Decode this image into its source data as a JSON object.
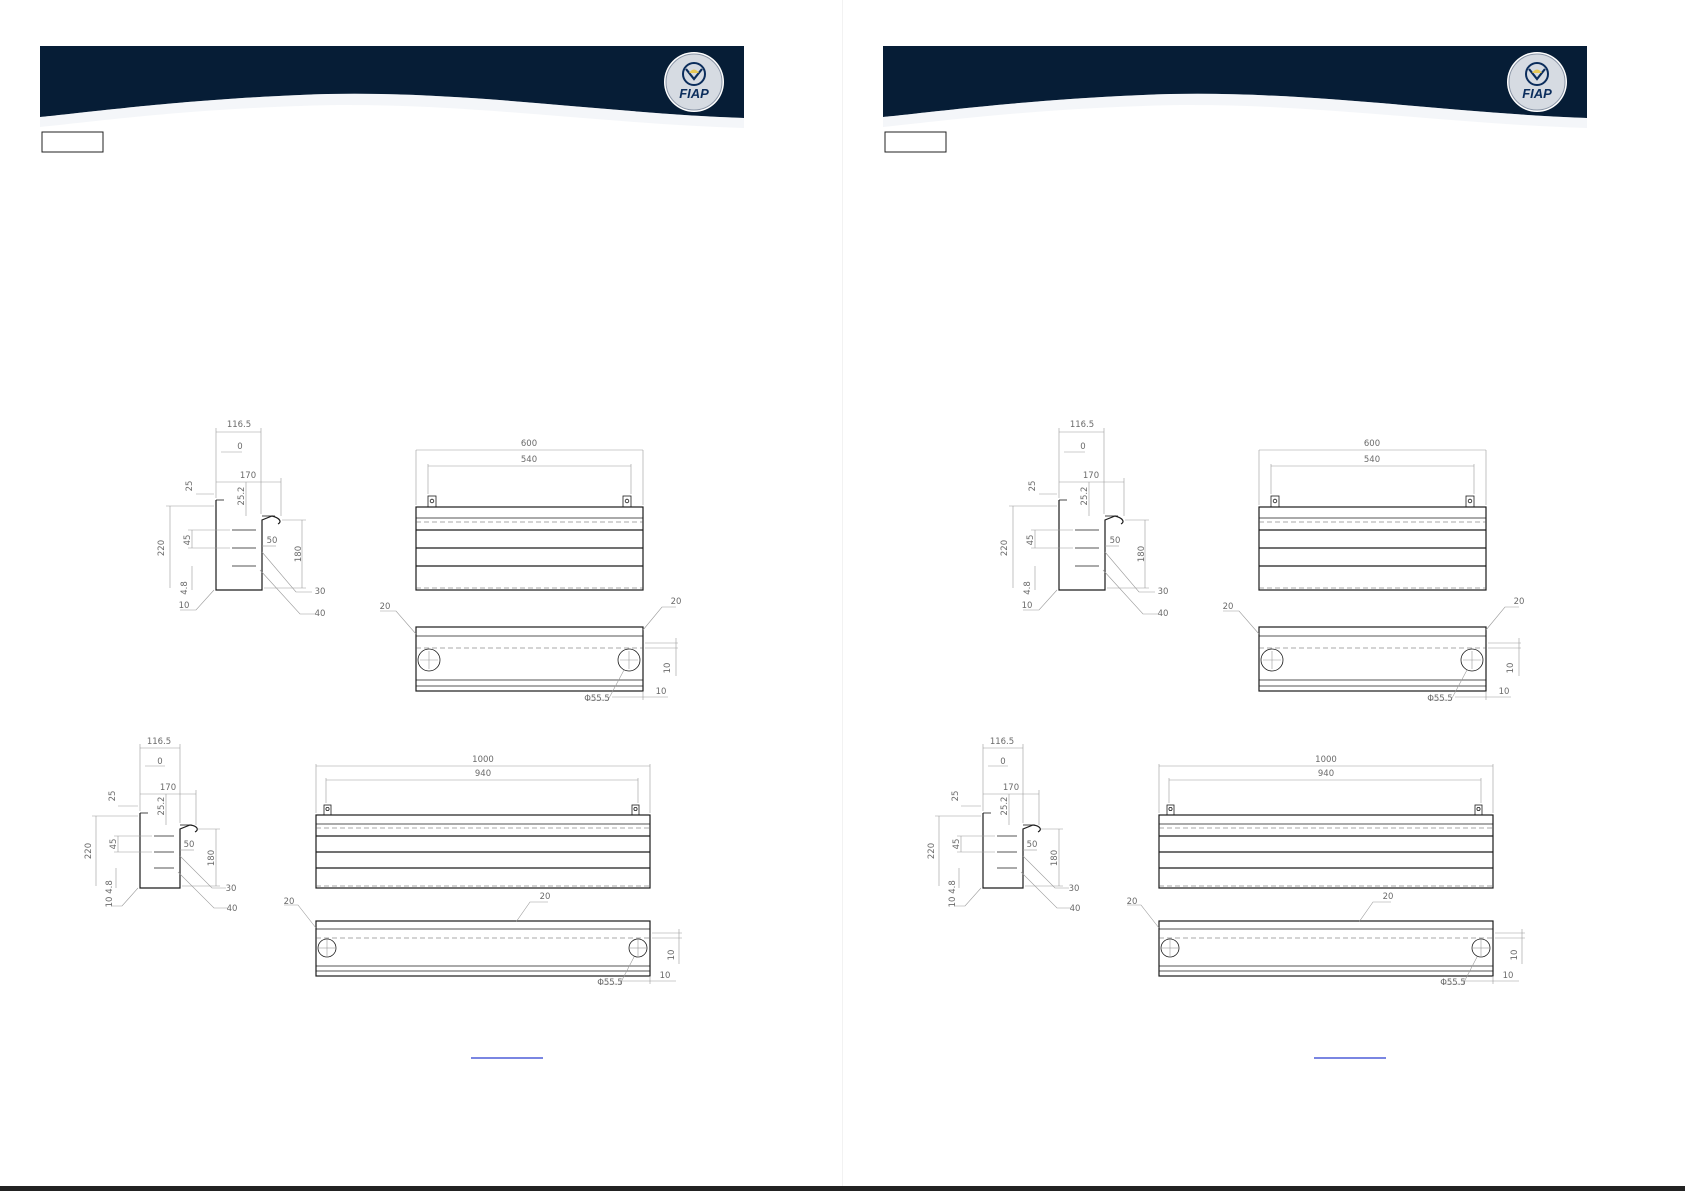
{
  "header": {
    "background_color": "#061d36",
    "logo_text": "FIAP",
    "logo_color": "#0b2d5c"
  },
  "pages": [
    "left",
    "right"
  ],
  "drawing_600": {
    "side": {
      "overall_width": "116.5",
      "offset": "0",
      "depth": "170",
      "lip_height": "25",
      "lip_offset": "25.2",
      "total_height": "220",
      "step": "45",
      "inner_depth": "50",
      "body_height": "180",
      "base_small": "4.8",
      "base_left": "10",
      "chamfer_a": "30",
      "chamfer_b": "40"
    },
    "front": {
      "length": "600",
      "hole_spacing": "540"
    },
    "top": {
      "corner_left": "20",
      "corner_right": "20",
      "edge": "10",
      "end": "10",
      "hole_diameter": "Φ55.5"
    }
  },
  "drawing_1000": {
    "side": {
      "overall_width": "116.5",
      "offset": "0",
      "depth": "170",
      "lip_height": "25",
      "lip_offset": "25.2",
      "total_height": "220",
      "step": "45",
      "inner_depth": "50",
      "body_height": "180",
      "base_small": "4.8",
      "base_left": "10",
      "chamfer_a": "30",
      "chamfer_b": "40"
    },
    "front": {
      "length": "1000",
      "hole_spacing": "940"
    },
    "top": {
      "corner_left": "20",
      "corner_mid": "20",
      "edge": "10",
      "end": "10",
      "hole_diameter": "Φ55.5"
    }
  }
}
